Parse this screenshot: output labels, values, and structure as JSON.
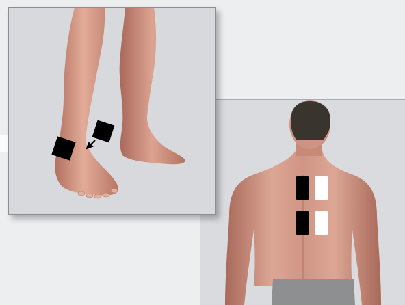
{
  "panels": [
    {
      "id": "feet",
      "illustration": "lower-legs-and-feet",
      "electrodes": [
        {
          "color": "#000000",
          "placement": "outer-ankle"
        },
        {
          "color": "#000000",
          "placement": "above-ankle"
        }
      ],
      "arrow": "toward-ankle-electrode"
    },
    {
      "id": "back",
      "illustration": "upper-back-torso",
      "electrodes": [
        {
          "color": "#000000",
          "placement": "left-of-spine-upper"
        },
        {
          "color": "#ffffff",
          "placement": "right-of-spine-upper"
        },
        {
          "color": "#000000",
          "placement": "left-of-spine-lower"
        },
        {
          "color": "#ffffff",
          "placement": "right-of-spine-lower"
        }
      ]
    }
  ],
  "colors": {
    "background": "#edeef0",
    "panel_bg": "#d8d9dc",
    "skin": "#dca28f",
    "skin_shade": "#b9786a",
    "shorts": "#8d8f91"
  }
}
